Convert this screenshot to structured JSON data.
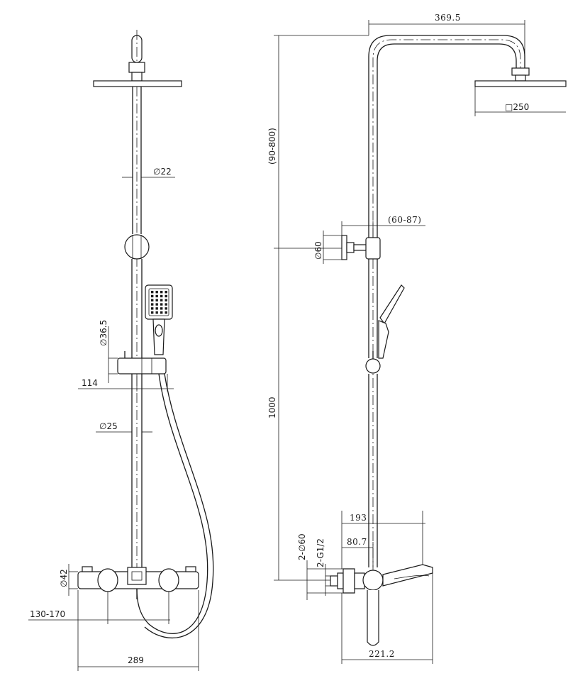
{
  "front_view": {
    "dim_pipe_upper": "∅22",
    "dim_slider": "∅36.5",
    "dim_slider_offset": "114",
    "dim_pipe_lower": "∅25",
    "dim_valve_knob": "∅42",
    "dim_inlet_spacing": "130-170",
    "dim_valve_width": "289"
  },
  "side_view": {
    "dim_arm_reach": "369.5",
    "dim_head_size": "□250",
    "dim_upper_adjust": "(90-800)",
    "dim_wall_offset": "(60-87)",
    "dim_bracket": "∅60",
    "dim_main_height": "1000",
    "dim_spout_reach": "193",
    "dim_valve_depth": "80.7",
    "dim_flange": "2-∅60",
    "dim_thread": "2-G1/2",
    "dim_total_depth": "221.2"
  }
}
